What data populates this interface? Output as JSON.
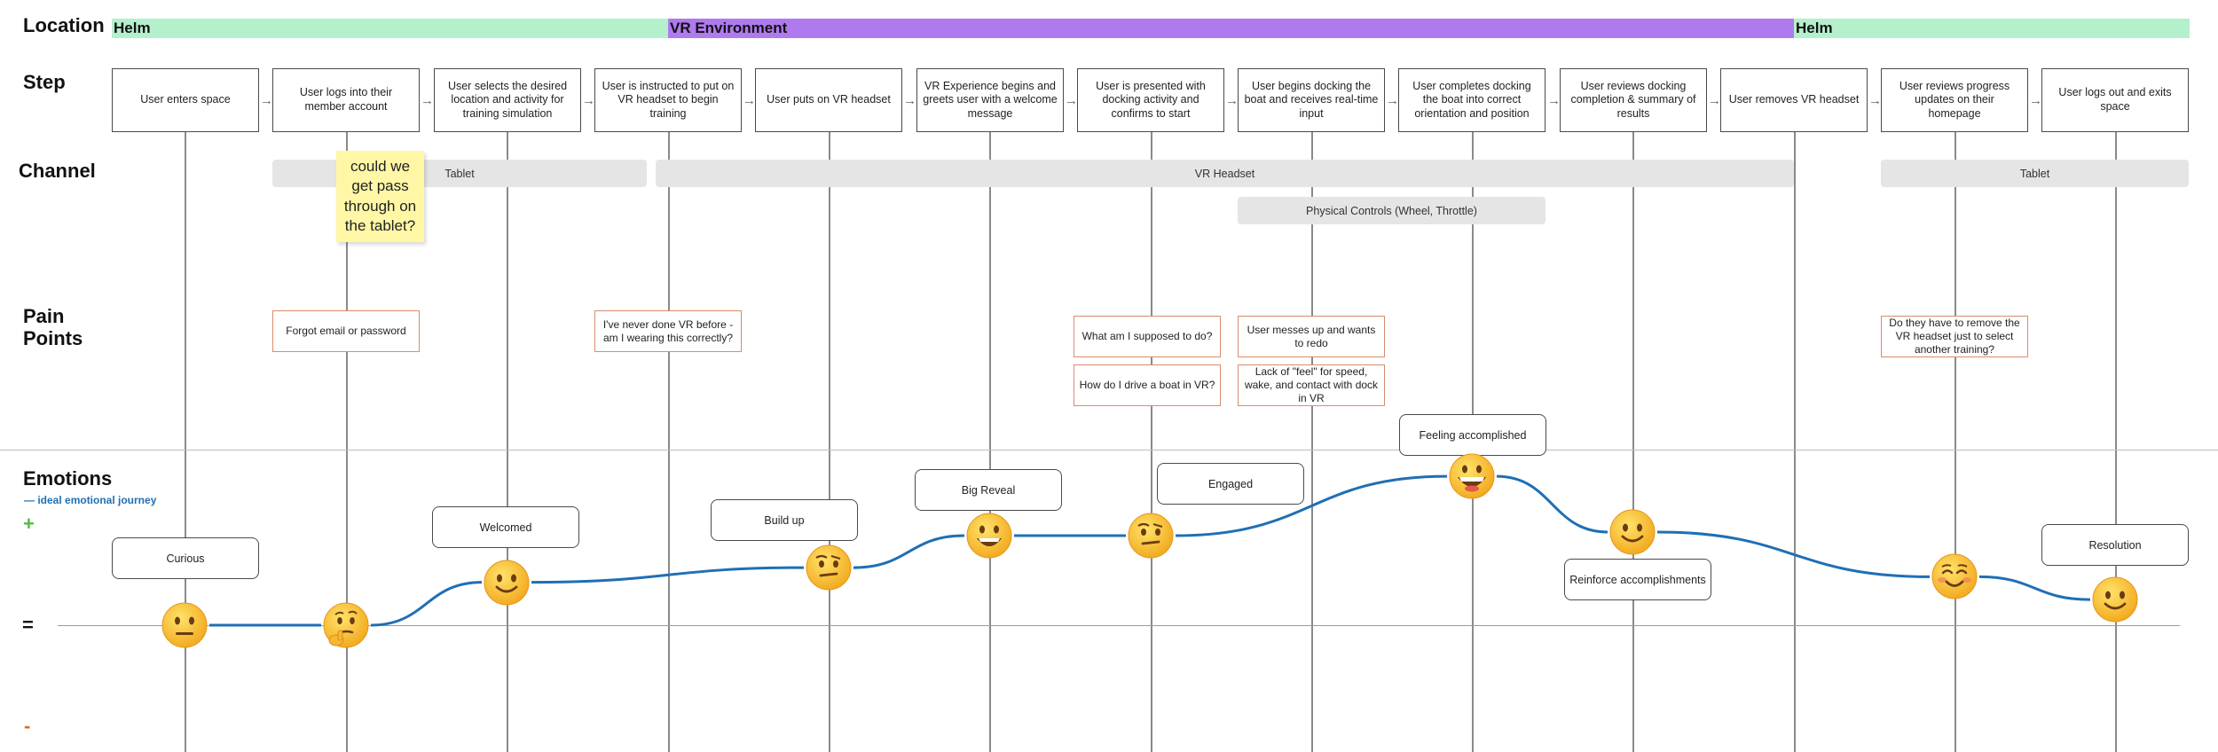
{
  "row_labels": {
    "location": "Location",
    "step": "Step",
    "channel": "Channel",
    "pain_points": [
      "Pain",
      "Points"
    ],
    "emotions": "Emotions"
  },
  "locations": [
    {
      "label": "Helm",
      "color": "#b4f0cb"
    },
    {
      "label": "VR Environment",
      "color": "#b07aef"
    },
    {
      "label": "Helm",
      "color": "#b4f0cb"
    }
  ],
  "steps": [
    "User enters space",
    "User logs into their member account",
    "User selects the desired location and activity for training simulation",
    "User is instructed to put on VR headset to begin training",
    "User puts on VR headset",
    "VR Experience begins and greets user with a welcome message",
    "User is presented with docking activity and confirms to start",
    "User begins docking the boat and receives real-time input",
    "User completes docking the boat into correct orientation and position",
    "User reviews docking completion & summary of results",
    "User removes VR headset",
    "User reviews progress updates on their homepage",
    "User logs out and exits space"
  ],
  "channels": [
    "Tablet",
    "VR Headset",
    "Tablet",
    "Physical Controls (Wheel, Throttle)"
  ],
  "sticky_note": "could we get pass through on the tablet?",
  "pain_points": [
    "Forgot email or password",
    "I've never done VR before - am I wearing this correctly?",
    "What am I supposed to do?",
    "How do I drive a boat in VR?",
    "User messes up and wants to redo",
    "Lack of \"feel\" for speed, wake, and contact with dock in VR",
    "Do they have to remove the VR headset just to select another training?"
  ],
  "emotions": {
    "legend": "— ideal emotional journey",
    "plus": "+",
    "equals": "=",
    "minus": "-",
    "labels": [
      "Curious",
      "Welcomed",
      "Build up",
      "Big Reveal",
      "Engaged",
      "Feeling accomplished",
      "Reinforce accomplishments",
      "Resolution"
    ],
    "points": [
      {
        "face": "neutral",
        "level": 0
      },
      {
        "face": "thinking",
        "level": 0
      },
      {
        "face": "smile",
        "level": 0.47
      },
      {
        "face": "raised-eyebrow",
        "level": 0.63
      },
      {
        "face": "grin",
        "level": 0.98
      },
      {
        "face": "raised-eyebrow",
        "level": 0.98
      },
      {
        "face": "big-grin",
        "level": 1.63
      },
      {
        "face": "smile",
        "level": 1.02
      },
      {
        "face": "blush",
        "level": 0.53
      },
      {
        "face": "smile",
        "level": 0.28
      }
    ]
  },
  "colors": {
    "curve": "#1f6fb5",
    "pain_border": "#d98c6c",
    "sticky": "#fff7a6",
    "plus": "#58b947",
    "minus": "#e0682f"
  }
}
